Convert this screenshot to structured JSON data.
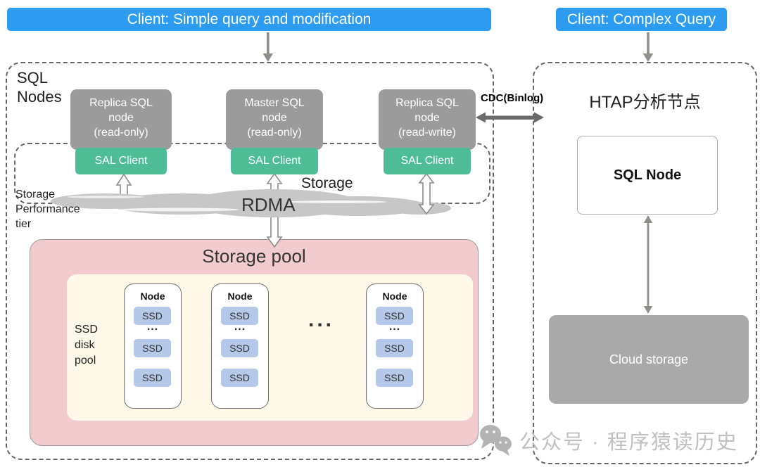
{
  "banners": {
    "left": "Client: Simple query and modification",
    "right": "Client: Complex Query"
  },
  "cdc": {
    "label": "CDC(Binlog)"
  },
  "sql_nodes_box": {
    "label_lines": [
      "SQL",
      "Nodes"
    ],
    "nodes": [
      {
        "name_lines": [
          "Replica SQL",
          "node",
          "(read-only)"
        ],
        "sal_label": "SAL Client"
      },
      {
        "name_lines": [
          "Master SQL",
          "node",
          "(read-only)"
        ],
        "sal_label": "SAL Client"
      },
      {
        "name_lines": [
          "Replica SQL",
          "node",
          "(read-write)"
        ],
        "sal_label": "SAL Client"
      }
    ]
  },
  "storage_tier": {
    "label_lines": [
      "Storage",
      "Performance",
      "tier"
    ],
    "storage_label": "Storage",
    "rdma_label": "RDMA"
  },
  "storage_pool": {
    "title": "Storage pool",
    "disk_pool_label_lines": [
      "SSD",
      "disk",
      "pool"
    ],
    "nodes": [
      {
        "label": "Node",
        "chips": [
          "SSD",
          "SSD",
          "SSD"
        ],
        "ellipsis": "..."
      },
      {
        "label": "Node",
        "chips": [
          "SSD",
          "SSD",
          "SSD"
        ],
        "ellipsis": "..."
      },
      {
        "label": "Node",
        "chips": [
          "SSD",
          "SSD",
          "SSD"
        ],
        "ellipsis": "..."
      }
    ],
    "nodes_ellipsis": "..."
  },
  "htap_box": {
    "title": "HTAP分析节点",
    "sql_node_label": "SQL Node",
    "cloud_storage_label": "Cloud storage"
  },
  "watermark": {
    "text": "公众号 · 程序猿读历史"
  },
  "colors": {
    "banner_blue": "#2D9BF0",
    "node_gray": "#9B9B9B",
    "sal_green": "#4EBD96",
    "pool_pink": "#F2CBCE",
    "disk_cream": "#FDF8E7",
    "ssd_blue": "#B5C8E9",
    "cloud_gray": "#C7C7C7",
    "cloud_storage_gray": "#A9A9A9",
    "arrow_gray": "#8C8C8C",
    "watermark_gray": "#C0C0C0"
  }
}
